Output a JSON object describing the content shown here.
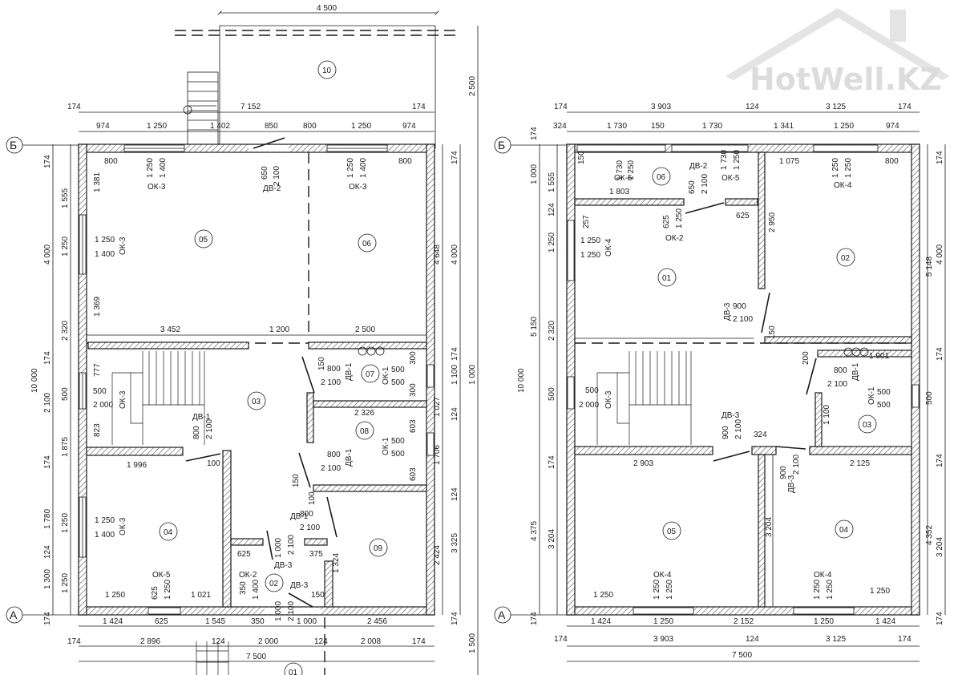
{
  "watermark": {
    "brand": "HotWell.KZ"
  },
  "axes": {
    "b": "Б",
    "a": "А"
  },
  "left_plan": {
    "rooms": [
      "10",
      "05",
      "06",
      "03",
      "07",
      "08",
      "04",
      "02",
      "09",
      "01"
    ],
    "top_dims": {
      "d4500": "4 500",
      "d174a": "174",
      "d7152": "7 152",
      "d174b": "174",
      "row2": [
        "974",
        "1 250",
        "1 402",
        "850",
        "800",
        "1 250",
        "974"
      ]
    },
    "right_dims": [
      "2 500",
      "174",
      "4 000",
      "174",
      "4 648",
      "1 100",
      "1 000",
      "124",
      "1 027",
      "1 706",
      "124",
      "3 325",
      "2 424",
      "174",
      "1 500"
    ],
    "left_dims": [
      "10 000",
      "174",
      "1 555",
      "4 000",
      "1 250",
      "2 320",
      "174",
      "2 100",
      "500",
      "1 875",
      "174",
      "1 780",
      "1 250",
      "124",
      "1 300",
      "1 250",
      "174"
    ],
    "bottom_dims": {
      "row1": [
        "1 424",
        "625",
        "1 545",
        "350",
        "1 000",
        "2 456"
      ],
      "row2": [
        "174",
        "2 896",
        "124",
        "2 000",
        "124",
        "2 008",
        "174"
      ],
      "total": "7 500"
    },
    "labels": {
      "ok3": "ОК-3",
      "ok1": "ОК-1",
      "ok5": "ОК-5",
      "ok2": "ОК-2",
      "dv1": "ДВ-1",
      "dv2": "ДВ-2",
      "dv3": "ДВ-3",
      "n800": "800",
      "n1250": "1 250",
      "n1400": "1 400",
      "n1381": "1 381",
      "n650": "650",
      "n2100": "2 100",
      "n1369": "1 369",
      "n3452": "3 452",
      "n1200": "1 200",
      "n2500": "2 500",
      "n777": "777",
      "n500": "500",
      "n2000": "2 000",
      "n823": "823",
      "n150": "150",
      "n300": "300",
      "n2326": "2 326",
      "n603": "603",
      "n1996": "1 996",
      "n100": "100",
      "n625": "625",
      "n1000": "1 000",
      "n375": "375",
      "n1324": "1 324",
      "n1021": "1 021",
      "n1400b": "1 400",
      "n350": "350"
    }
  },
  "right_plan": {
    "rooms": [
      "06",
      "01",
      "02",
      "03",
      "05",
      "04"
    ],
    "top_dims": {
      "row1": [
        "174",
        "3 903",
        "124",
        "3 125",
        "174"
      ],
      "row2": [
        "324",
        "1 730",
        "150",
        "1 730",
        "1 341",
        "1 250",
        "974"
      ]
    },
    "right_dims": [
      "174",
      "4 000",
      "5 148",
      "174",
      "500",
      "174",
      "3 204",
      "4 352",
      "174"
    ],
    "left_dims": [
      "10 000",
      "174",
      "1 000",
      "1 555",
      "124",
      "1 250",
      "5 150",
      "2 320",
      "500",
      "174",
      "4 375",
      "3 204",
      "174"
    ],
    "bottom_dims": {
      "row1": [
        "1 424",
        "1 250",
        "2 152",
        "1 250",
        "1 424"
      ],
      "row2": [
        "174",
        "3 903",
        "124",
        "3 125",
        "174"
      ],
      "total": "7 500"
    },
    "labels": {
      "ok5": "ОК-5",
      "ok4": "ОК-4",
      "ok2": "ОК-2",
      "ok3": "ОК-3",
      "ok1": "ОК-1",
      "dv2": "ДВ-2",
      "dv3": "ДВ-3",
      "dv1": "ДВ-1",
      "n150": "150",
      "n1730": "1 730",
      "n1250": "1 250",
      "n650": "650",
      "n2100": "2 100",
      "n1075": "1 075",
      "n800": "800",
      "n1803": "1 803",
      "n257": "257",
      "n625": "625",
      "n2950": "2 950",
      "n900": "900",
      "n500": "500",
      "n2000": "2 000",
      "n200": "200",
      "n1901": "1 901",
      "n1100": "1 100",
      "n324": "324",
      "n2903": "2 903",
      "n2125": "2 125",
      "n3204": "3 204"
    }
  }
}
